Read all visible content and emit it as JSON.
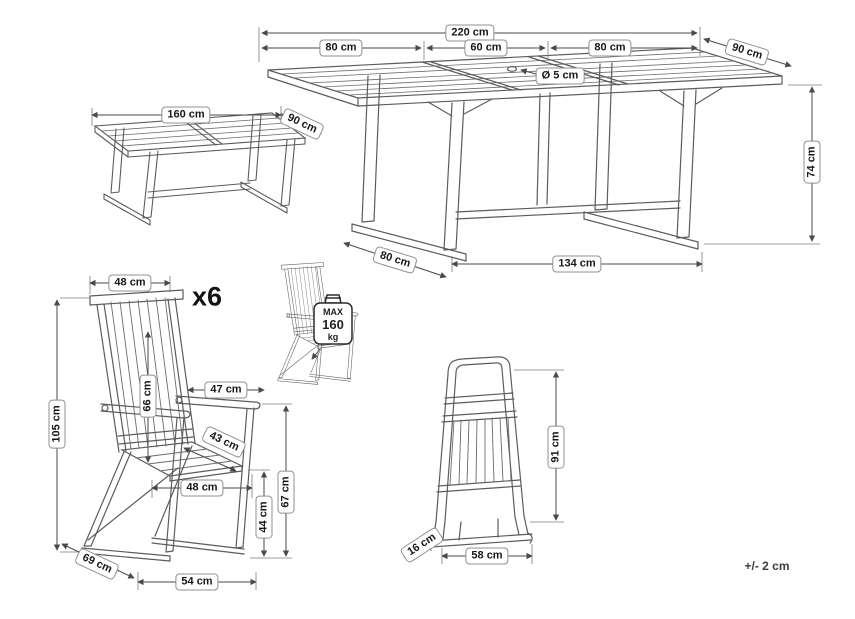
{
  "page": {
    "tolerance": "+/- 2 cm"
  },
  "small_table": {
    "dims": {
      "length": "160 cm",
      "depth": "90 cm"
    }
  },
  "large_table": {
    "dims": {
      "total_length": "220 cm",
      "left_leaf": "80 cm",
      "center_leaf": "60 cm",
      "right_leaf": "80 cm",
      "depth": "90 cm",
      "umbrella_hole": "Ø 5 cm",
      "height": "74 cm",
      "base_depth": "80 cm",
      "base_length": "134 cm"
    }
  },
  "chair": {
    "quantity": "x6",
    "dims": {
      "back_width": "48 cm",
      "total_height": "105 cm",
      "backrest_height": "66 cm",
      "armrest_depth": "47 cm",
      "seat_depth": "43 cm",
      "seat_width": "48 cm",
      "armrest_height": "67 cm",
      "seat_height": "44 cm",
      "total_depth": "69 cm",
      "base_width": "54 cm"
    },
    "max_load": {
      "line1": "MAX",
      "line2": "160",
      "line3": "kg"
    }
  },
  "folded_chair": {
    "dims": {
      "height": "91 cm",
      "depth": "16 cm",
      "width": "58 cm"
    }
  }
}
